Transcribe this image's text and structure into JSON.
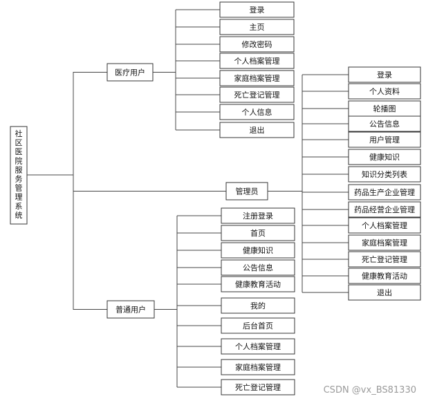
{
  "root": "社区医院服务管理系统",
  "branches": [
    {
      "id": "medical",
      "label": "医疗用户",
      "children": [
        "登录",
        "主页",
        "修改密码",
        "个人档案管理",
        "家庭档案管理",
        "死亡登记管理",
        "个人信息",
        "退出"
      ]
    },
    {
      "id": "admin",
      "label": "管理员",
      "children": [
        "登录",
        "个人资料",
        "轮播图",
        "公告信息",
        "用户管理",
        "健康知识",
        "知识分类列表",
        "药品生产企业管理",
        "药品经营企业管理",
        "个人档案管理",
        "家庭档案管理",
        "死亡登记管理",
        "健康教育活动",
        "退出"
      ]
    },
    {
      "id": "user",
      "label": "普通用户",
      "children": [
        "注册登录",
        "首页",
        "健康知识",
        "公告信息",
        "健康教育活动",
        "我的",
        "后台首页",
        "个人档案管理",
        "家庭档案管理",
        "死亡登记管理"
      ]
    }
  ],
  "watermark": "CSDN @vx_BS81330"
}
